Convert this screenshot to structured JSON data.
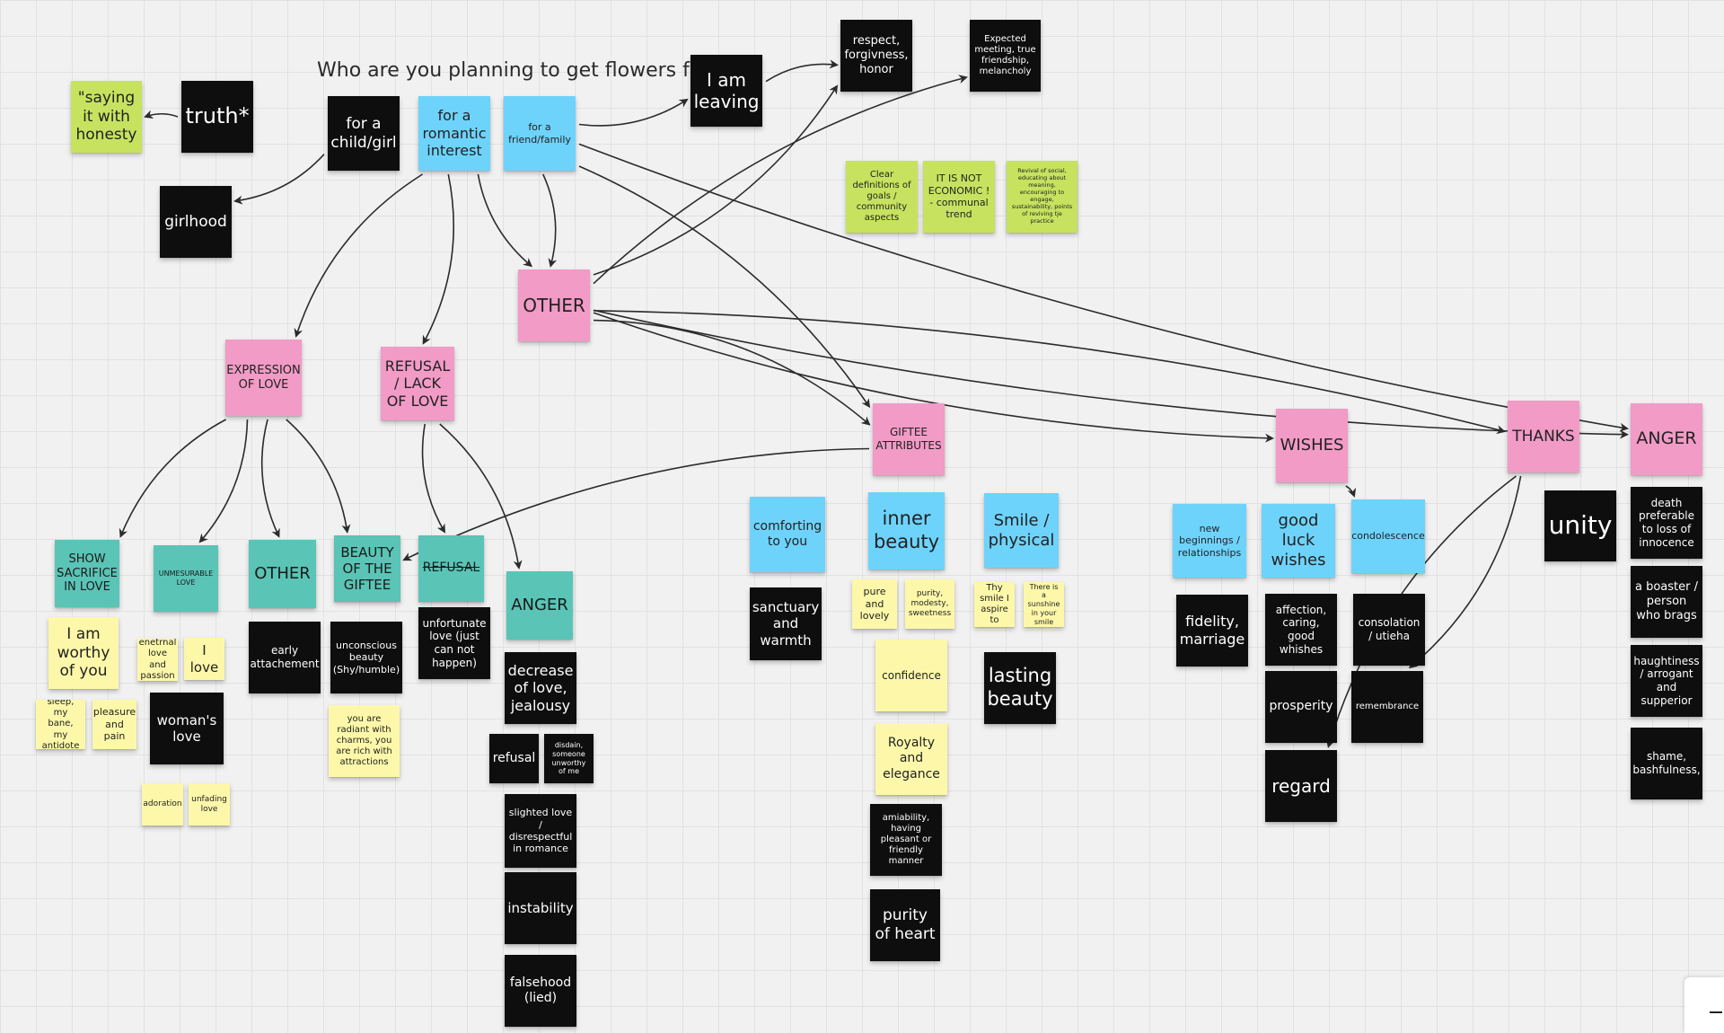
{
  "title": "Who are you planning to get flowers for?",
  "colors": {
    "black": "#0e0e0e",
    "yellow": "#fdf8a9",
    "lime": "#c7e25f",
    "blue": "#6ed3fb",
    "pink": "#f19bc6",
    "teal": "#5ac4b6",
    "connector": "#2b2b2b"
  },
  "notes": [
    {
      "id": "child",
      "color": "black",
      "text": "for a child/girl"
    },
    {
      "id": "romantic",
      "color": "blue",
      "text": "for a romantic interest"
    },
    {
      "id": "friend",
      "color": "blue",
      "text": "for a friend/family"
    },
    {
      "id": "truth",
      "color": "black",
      "text": "truth*"
    },
    {
      "id": "honesty",
      "color": "lime",
      "text": "\"saying it with honesty"
    },
    {
      "id": "girlhood",
      "color": "black",
      "text": "girlhood"
    },
    {
      "id": "leaving",
      "color": "black",
      "text": "I am leaving"
    },
    {
      "id": "respect",
      "color": "black",
      "text": "respect, forgivness, honor"
    },
    {
      "id": "expected",
      "color": "black",
      "text": "Expected meeting, true friendship, melancholy"
    },
    {
      "id": "clear",
      "color": "lime",
      "text": "Clear definitions of goals / community aspects"
    },
    {
      "id": "noteco",
      "color": "lime",
      "text": "IT IS NOT ECONOMIC ! - communal trend"
    },
    {
      "id": "revival",
      "color": "lime",
      "text": "Revival of social, educating about meaning, encouraging to engage, sustainability, points of reviving tje practice"
    },
    {
      "id": "other",
      "color": "pink",
      "text": "OTHER"
    },
    {
      "id": "expression",
      "color": "pink",
      "text": "EXPRESSION OF LOVE"
    },
    {
      "id": "refusal",
      "color": "pink",
      "text": "REFUSAL / LACK OF LOVE"
    },
    {
      "id": "giftee",
      "color": "pink",
      "text": "GIFTEE ATTRIBUTES"
    },
    {
      "id": "wishes",
      "color": "pink",
      "text": "WISHES"
    },
    {
      "id": "thanks",
      "color": "pink",
      "text": "THANKS"
    },
    {
      "id": "anger_pink",
      "color": "pink",
      "text": "ANGER"
    },
    {
      "id": "sacrifice",
      "color": "teal",
      "text": "SHOW SACRIFICE IN LOVE"
    },
    {
      "id": "unmesurable",
      "color": "teal",
      "text": "UNMESURABLE LOVE"
    },
    {
      "id": "other_teal",
      "color": "teal",
      "text": "OTHER"
    },
    {
      "id": "beauty_giftee",
      "color": "teal",
      "text": "BEAUTY OF THE GIFTEE"
    },
    {
      "id": "refusal_teal",
      "color": "teal",
      "text": "REFUSAL",
      "strike": true
    },
    {
      "id": "anger_teal",
      "color": "teal",
      "text": "ANGER"
    },
    {
      "id": "worthy",
      "color": "yellow",
      "text": "I am worthy of you"
    },
    {
      "id": "enetrnal",
      "color": "yellow",
      "text": "enetrnal love and passion"
    },
    {
      "id": "ilove",
      "color": "yellow",
      "text": "I love"
    },
    {
      "id": "sleep",
      "color": "yellow",
      "text": "sleep, my bane, my antidote"
    },
    {
      "id": "pleasure",
      "color": "yellow",
      "text": "pleasure and pain"
    },
    {
      "id": "womans",
      "color": "black",
      "text": "woman's love"
    },
    {
      "id": "adoration",
      "color": "yellow",
      "text": "adoration"
    },
    {
      "id": "unfading",
      "color": "yellow",
      "text": "unfading love"
    },
    {
      "id": "early",
      "color": "black",
      "text": "early attachement"
    },
    {
      "id": "unconscious",
      "color": "black",
      "text": "unconscious beauty (Shy/humble)"
    },
    {
      "id": "radiant",
      "color": "yellow",
      "text": "you are radiant with charms, you are rich with attractions"
    },
    {
      "id": "unfortunate",
      "color": "black",
      "text": "unfortunate love (just can not happen)"
    },
    {
      "id": "decrease",
      "color": "black",
      "text": "decrease of love, jealousy"
    },
    {
      "id": "refusal_black",
      "color": "black",
      "text": "refusal"
    },
    {
      "id": "disdain",
      "color": "black",
      "text": "disdain, someone unworthy of me"
    },
    {
      "id": "slighted",
      "color": "black",
      "text": "slighted love / disrespectful in romance"
    },
    {
      "id": "instability",
      "color": "black",
      "text": "instability"
    },
    {
      "id": "falsehood",
      "color": "black",
      "text": "falsehood (lied)"
    },
    {
      "id": "comforting",
      "color": "blue",
      "text": "comforting to you"
    },
    {
      "id": "sanctuary",
      "color": "black",
      "text": "sanctuary and warmth"
    },
    {
      "id": "inner",
      "color": "blue",
      "text": "inner beauty"
    },
    {
      "id": "pure",
      "color": "yellow",
      "text": "pure and lovely"
    },
    {
      "id": "purity",
      "color": "yellow",
      "text": "purity, modesty, sweetness"
    },
    {
      "id": "confidence",
      "color": "yellow",
      "text": "confidence"
    },
    {
      "id": "royalty",
      "color": "yellow",
      "text": "Royalty and elegance"
    },
    {
      "id": "amiability",
      "color": "black",
      "text": "amiability, having pleasant or friendly manner"
    },
    {
      "id": "purityheart",
      "color": "black",
      "text": "purity of heart"
    },
    {
      "id": "smile",
      "color": "blue",
      "text": "Smile / physical"
    },
    {
      "id": "thy",
      "color": "yellow",
      "text": "Thy smile I aspire to"
    },
    {
      "id": "sunshine",
      "color": "yellow",
      "text": "There is a sunshine in your smile"
    },
    {
      "id": "lasting",
      "color": "black",
      "text": "lasting beauty"
    },
    {
      "id": "newbeg",
      "color": "blue",
      "text": "new beginnings / relationships"
    },
    {
      "id": "goodluck",
      "color": "blue",
      "text": "good luck wishes"
    },
    {
      "id": "condolescence",
      "color": "blue",
      "text": "condolescence"
    },
    {
      "id": "fidelity",
      "color": "black",
      "text": "fidelity, marriage"
    },
    {
      "id": "affection",
      "color": "black",
      "text": "affection, caring, good whishes"
    },
    {
      "id": "consolation",
      "color": "black",
      "text": "consolation / utieha"
    },
    {
      "id": "prosperity",
      "color": "black",
      "text": "prosperity"
    },
    {
      "id": "remembrance",
      "color": "black",
      "text": "remembrance"
    },
    {
      "id": "regard",
      "color": "black",
      "text": "regard"
    },
    {
      "id": "unity",
      "color": "black",
      "text": "unity"
    },
    {
      "id": "death",
      "color": "black",
      "text": "death preferable to loss of innocence"
    },
    {
      "id": "boaster",
      "color": "black",
      "text": "a boaster / person who brags"
    },
    {
      "id": "haughtiness",
      "color": "black",
      "text": "haughtiness / arrogant and supperior"
    },
    {
      "id": "shame",
      "color": "black",
      "text": "shame, bashfulness,"
    }
  ],
  "connectors": [
    {
      "from": "truth",
      "to": "honesty"
    },
    {
      "from": "child",
      "to": "girlhood"
    },
    {
      "from": "romantic",
      "to": "expression"
    },
    {
      "from": "romantic",
      "to": "refusal"
    },
    {
      "from": "romantic",
      "to": "other"
    },
    {
      "from": "friend",
      "to": "other"
    },
    {
      "from": "friend",
      "to": "leaving"
    },
    {
      "from": "friend",
      "to": "giftee"
    },
    {
      "from": "friend",
      "to": "anger_pink"
    },
    {
      "from": "leaving",
      "to": "respect"
    },
    {
      "from": "other",
      "to": "respect"
    },
    {
      "from": "other",
      "to": "expected"
    },
    {
      "from": "other",
      "to": "wishes"
    },
    {
      "from": "other",
      "to": "thanks"
    },
    {
      "from": "other",
      "to": "anger_pink"
    },
    {
      "from": "other",
      "to": "giftee"
    },
    {
      "from": "expression",
      "to": "sacrifice"
    },
    {
      "from": "expression",
      "to": "unmesurable"
    },
    {
      "from": "expression",
      "to": "other_teal"
    },
    {
      "from": "expression",
      "to": "beauty_giftee"
    },
    {
      "from": "refusal",
      "to": "refusal_teal"
    },
    {
      "from": "refusal",
      "to": "anger_teal"
    },
    {
      "from": "giftee",
      "to": "beauty_giftee"
    },
    {
      "from": "wishes",
      "to": "condolescence"
    },
    {
      "from": "thanks",
      "to": "regard"
    },
    {
      "from": "thanks",
      "to": "remembrance"
    }
  ]
}
